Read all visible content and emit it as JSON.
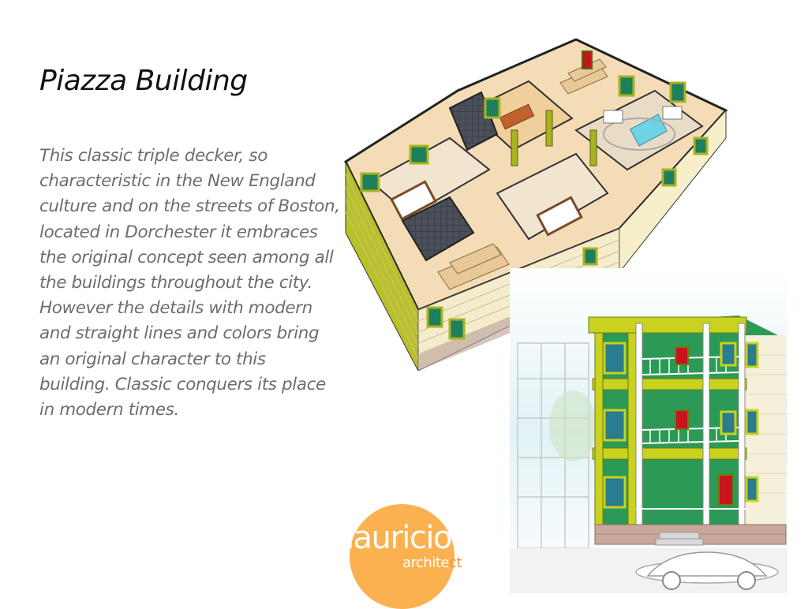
{
  "slide": {
    "title": "Piazza Building",
    "body": "This classic triple decker, so characteristic in the New England culture and on the streets of Boston, located in Dorchester it embraces the original concept seen among all the buildings throughout the city. However the details with modern and straight lines and colors bring an original character to this building. Classic conquers its place in modern times."
  },
  "figures": {
    "plan_icon": "isometric-floor-plan-image",
    "render_icon": "building-rendering-image"
  },
  "logo": {
    "name": "mauricio",
    "sub_part1": "archite",
    "sub_part2": "ct",
    "circle_color": "#fbb14f",
    "accent_color": "#f29b2a"
  }
}
